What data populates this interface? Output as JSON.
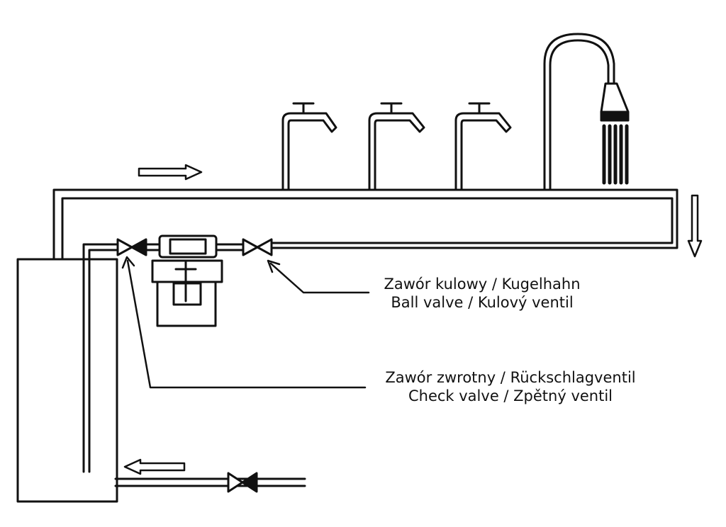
{
  "labels": {
    "ball_valve": {
      "line1": "Zawór kulowy / Kugelhahn",
      "line2": "Ball valve / Kulový ventil"
    },
    "check_valve": {
      "line1": "Zawór zwrotny / Rückschlagventil",
      "line2": "Check valve / Zpětný ventil"
    }
  },
  "colors": {
    "line": "#111111",
    "background": "#ffffff"
  },
  "icons": {
    "taps": [
      "tap-icon",
      "tap-icon",
      "tap-icon"
    ],
    "shower": "shower-head-icon",
    "pump": "circulation-pump-icon",
    "flow_arrows": [
      "flow-arrow-right-icon",
      "flow-arrow-down-icon",
      "flow-arrow-left-icon"
    ]
  }
}
